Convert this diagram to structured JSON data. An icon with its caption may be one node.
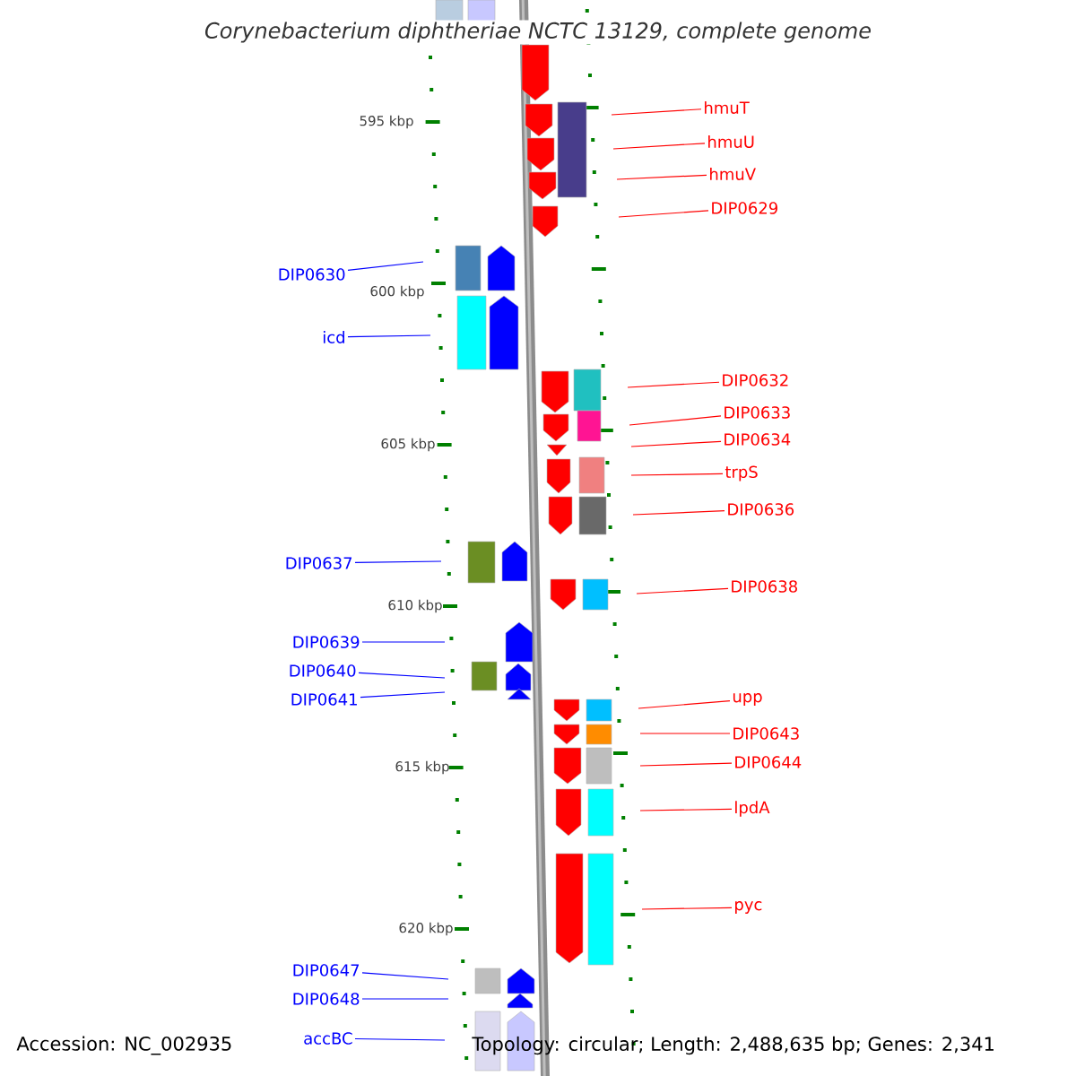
{
  "diagram": {
    "title": "Corynebacterium diphtheriae NCTC 13129, complete genome",
    "nodes": [
      {
        "text": [
          "hmuT"
        ]
      },
      {
        "text": [
          "hmuU"
        ]
      },
      {
        "text": [
          "hmuV"
        ]
      },
      {
        "text": [
          "DIP0629"
        ]
      },
      {
        "text": [
          "DIP0630"
        ]
      },
      {
        "text": [
          "icd"
        ]
      },
      {
        "text": [
          "DIP0632"
        ]
      },
      {
        "text": [
          "DIP0633"
        ]
      },
      {
        "text": [
          "DIP0634"
        ]
      },
      {
        "text": [
          "trpS"
        ]
      },
      {
        "text": [
          "DIP0636"
        ]
      },
      {
        "text": [
          "DIP0637"
        ]
      },
      {
        "text": [
          "DIP0638"
        ]
      },
      {
        "text": [
          "DIP0639"
        ]
      },
      {
        "text": [
          "DIP0640"
        ]
      },
      {
        "text": [
          "DIP0641"
        ]
      },
      {
        "text": [
          "upp"
        ]
      },
      {
        "text": [
          "DIP0643"
        ]
      },
      {
        "text": [
          "DIP0644"
        ]
      },
      {
        "text": [
          "lpdA"
        ]
      },
      {
        "text": [
          "pyc"
        ]
      },
      {
        "text": [
          "DIP0647"
        ]
      },
      {
        "text": [
          "DIP0648"
        ]
      },
      {
        "text": [
          "accBC"
        ]
      }
    ],
    "edges": [
      {
        "from": 0,
        "to": null,
        "arrow": "none"
      },
      {
        "from": 1,
        "to": null,
        "arrow": "none"
      },
      {
        "from": 2,
        "to": null,
        "arrow": "none"
      },
      {
        "from": 3,
        "to": null,
        "arrow": "none"
      },
      {
        "from": 4,
        "to": null,
        "arrow": "none",
        "color": "#0000ff"
      },
      {
        "from": 5,
        "to": null,
        "arrow": "none",
        "color": "#0000ff"
      },
      {
        "from": 6,
        "to": null,
        "arrow": "none"
      },
      {
        "from": 7,
        "to": null,
        "arrow": "none"
      },
      {
        "from": 8,
        "to": null,
        "arrow": "none"
      },
      {
        "from": 9,
        "to": null,
        "arrow": "none"
      },
      {
        "from": 10,
        "to": null,
        "arrow": "none"
      },
      {
        "from": 11,
        "to": null,
        "arrow": "none",
        "color": "#0000ff"
      },
      {
        "from": 12,
        "to": null,
        "arrow": "none"
      },
      {
        "from": 13,
        "to": null,
        "arrow": "none",
        "color": "#0000ff"
      },
      {
        "from": 14,
        "to": null,
        "arrow": "none",
        "color": "#0000ff"
      },
      {
        "from": 15,
        "to": null,
        "arrow": "none",
        "color": "#0000ff"
      },
      {
        "from": 16,
        "to": null,
        "arrow": "none"
      },
      {
        "from": 17,
        "to": null,
        "arrow": "none"
      },
      {
        "from": 18,
        "to": null,
        "arrow": "none"
      },
      {
        "from": 19,
        "to": null,
        "arrow": "none"
      },
      {
        "from": 20,
        "to": null,
        "arrow": "none"
      },
      {
        "from": 21,
        "to": null,
        "arrow": "none",
        "color": "#0000ff"
      },
      {
        "from": 22,
        "to": null,
        "arrow": "none",
        "color": "#0000ff"
      },
      {
        "from": 23,
        "to": null,
        "arrow": "none",
        "color": "#0000ff"
      }
    ],
    "labels": [
      "595 kbp",
      "600 kbp",
      "605 kbp",
      "610 kbp",
      "615 kbp",
      "620 kbp",
      "Accession: NC_002935",
      "Topology: circular; Length: 2,488,635 bp; Genes: 2,341"
    ]
  }
}
